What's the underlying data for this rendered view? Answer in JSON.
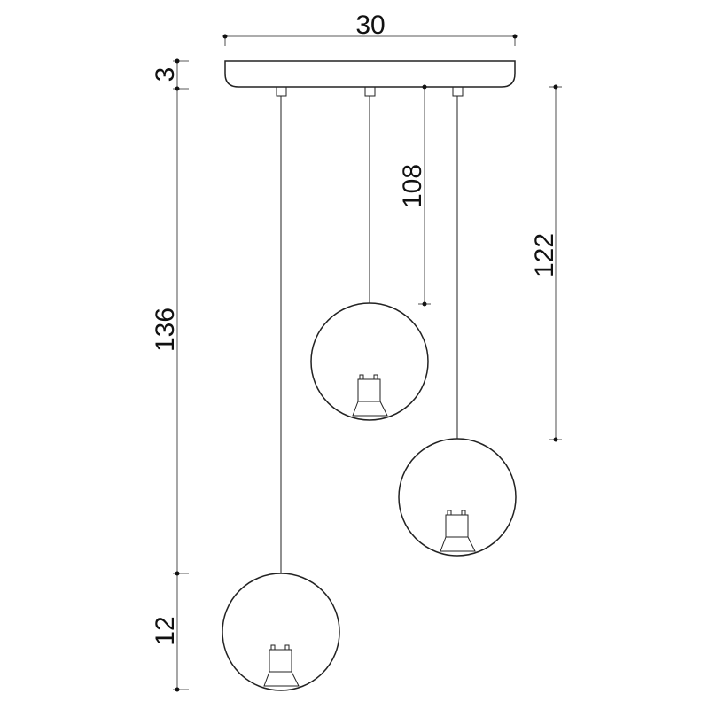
{
  "dimensions": {
    "canopy_width": "30",
    "canopy_height": "3",
    "left_drop": "136",
    "globe_diameter": "12",
    "middle_drop": "108",
    "right_drop": "122"
  },
  "colors": {
    "line": "#222222",
    "background": "#ffffff"
  }
}
